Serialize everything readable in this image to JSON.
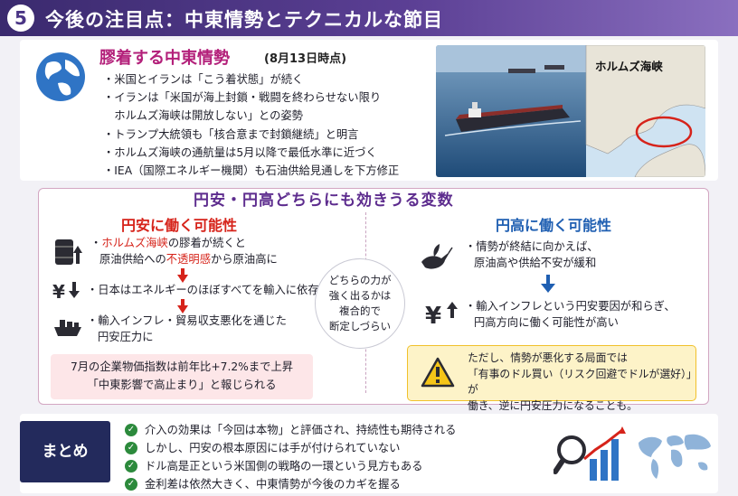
{
  "header": {
    "number": "5",
    "title": "今後の注目点：中東情勢とテクニカルな節目"
  },
  "mideast": {
    "title": "膠着する中東情勢",
    "date": "(8月13日時点)",
    "bullets": [
      "・米国とイランは「こう着状態」が続く",
      "・イランは「米国が海上封鎖・戦闘を終わらせない限り",
      "　ホルムズ海峡は開放しない」との姿勢",
      "・トランプ大統領も「核合意まで封鎖継続」と明言",
      "・ホルムズ海峡の通航量は5月以降で最低水準に近づく",
      "・IEA（国際エネルギー機関）も石油供給見通しを下方修正"
    ],
    "map_label": "ホルムズ海峡"
  },
  "variables": {
    "title": "円安・円高どちらにも効きうる変数",
    "yasu": {
      "title": "円安に働く可能性",
      "l1a": "ホルムズ海峡",
      "l1b": "の膠着が続くと",
      "l2a": "原油供給への",
      "l2b": "不透明感",
      "l2c": "から原油高に",
      "l3": "・日本はエネルギーのほぼすべてを輸入に依存",
      "l4": "・輸入インフレ・貿易収支悪化を通じた",
      "l5": "円安圧力に",
      "box1": "7月の企業物価指数は前年比+7.2%まで上昇",
      "box2": "「中東影響で高止まり」と報じられる"
    },
    "center": [
      "どちらの力が",
      "強く出るかは",
      "複合的で",
      "断定しづらい"
    ],
    "taka": {
      "title": "円高に働く可能性",
      "l1": "・情勢が終結に向かえば、",
      "l2": "原油高や供給不安が緩和",
      "l3": "・輸入インフレという円安要因が和らぎ、",
      "l4": "円高方向に働く可能性が高い",
      "warn1": "ただし、情勢が悪化する局面では",
      "warn2": "「有事のドル買い（リスク回避でドルが選好）」が",
      "warn3": "働き、逆に円安圧力になることも。"
    }
  },
  "summary": {
    "label": "まとめ",
    "items": [
      "介入の効果は「今回は本物」と評価され、持続性も期待される",
      "しかし、円安の根本原因には手が付けられていない",
      "ドル高是正という米国側の戦略の一環という見方もある",
      "金利差は依然大きく、中東情勢が今後のカギを握る"
    ]
  },
  "colors": {
    "header": "#3a2a6e",
    "accent_magenta": "#b3207a",
    "red": "#d6231a",
    "blue": "#1f5fb2",
    "navy": "#232a5c"
  }
}
